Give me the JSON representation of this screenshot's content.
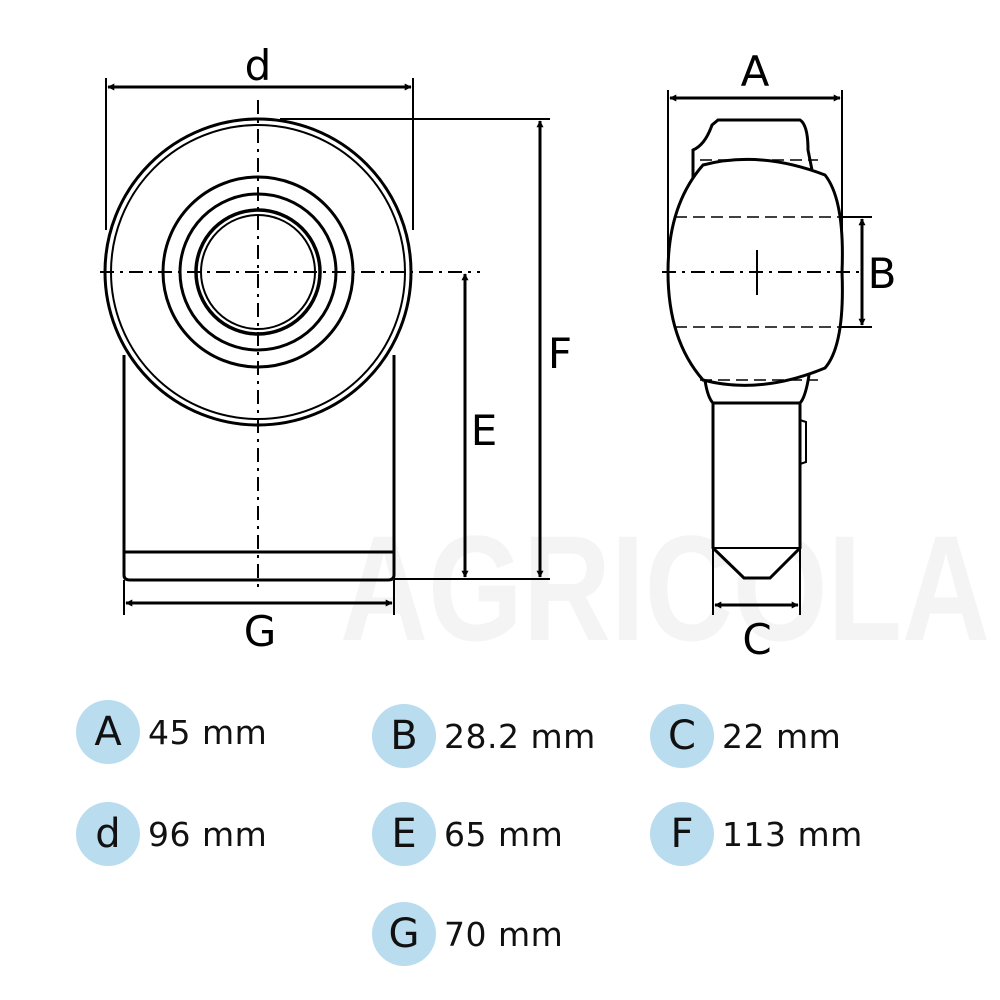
{
  "watermark": "AGRICOLA",
  "labels": {
    "d": "d",
    "A": "A",
    "B": "B",
    "C": "C",
    "E": "E",
    "F": "F",
    "G": "G"
  },
  "dimensions": [
    {
      "key": "A",
      "letter": "A",
      "value": "45 mm"
    },
    {
      "key": "B",
      "letter": "B",
      "value": "28.2 mm"
    },
    {
      "key": "C",
      "letter": "C",
      "value": "22 mm"
    },
    {
      "key": "d",
      "letter": "d",
      "value": "96 mm"
    },
    {
      "key": "E",
      "letter": "E",
      "value": "65 mm"
    },
    {
      "key": "F",
      "letter": "F",
      "value": "113 mm"
    },
    {
      "key": "G",
      "letter": "G",
      "value": "70 mm"
    }
  ],
  "colors": {
    "badge": "#b9dcef",
    "line": "#000000",
    "watermark": "#f4f4f4"
  }
}
